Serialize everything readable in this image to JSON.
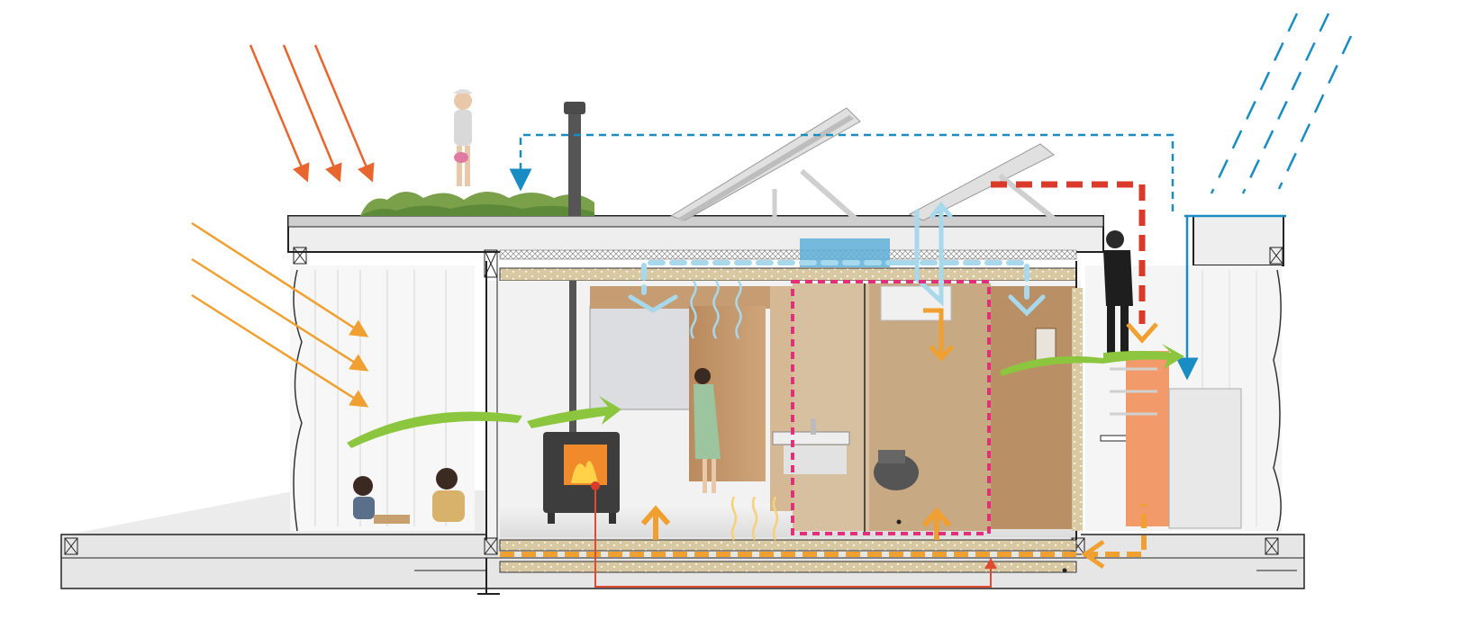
{
  "diagram": {
    "type": "architectural-section",
    "labels": [],
    "colors": {
      "sun_hot": "#e8662e",
      "sun_warm": "#f0a030",
      "rain": "#1a8cc4",
      "ventilation_cool": "#a8d8ec",
      "warm_air": "#f0a030",
      "hot_exhaust": "#d93a2a",
      "breeze": "#8cc63f",
      "wet_zone_outline": "#e0307a",
      "chimney_pipe": "#e04a30",
      "water_heater": "#f5a070",
      "insulation": "#d8c8a0",
      "wood_interior": "#c9a27a"
    },
    "elements": {
      "people": [
        "child-on-roof",
        "two-toddlers",
        "woman-interior",
        "woman-on-ladder"
      ],
      "fixtures": [
        "wood-stove",
        "sink",
        "toilet",
        "water-heater",
        "appliance"
      ],
      "roof": [
        "green-roof",
        "solar-panel-left",
        "solar-panel-right",
        "chimney"
      ]
    }
  }
}
